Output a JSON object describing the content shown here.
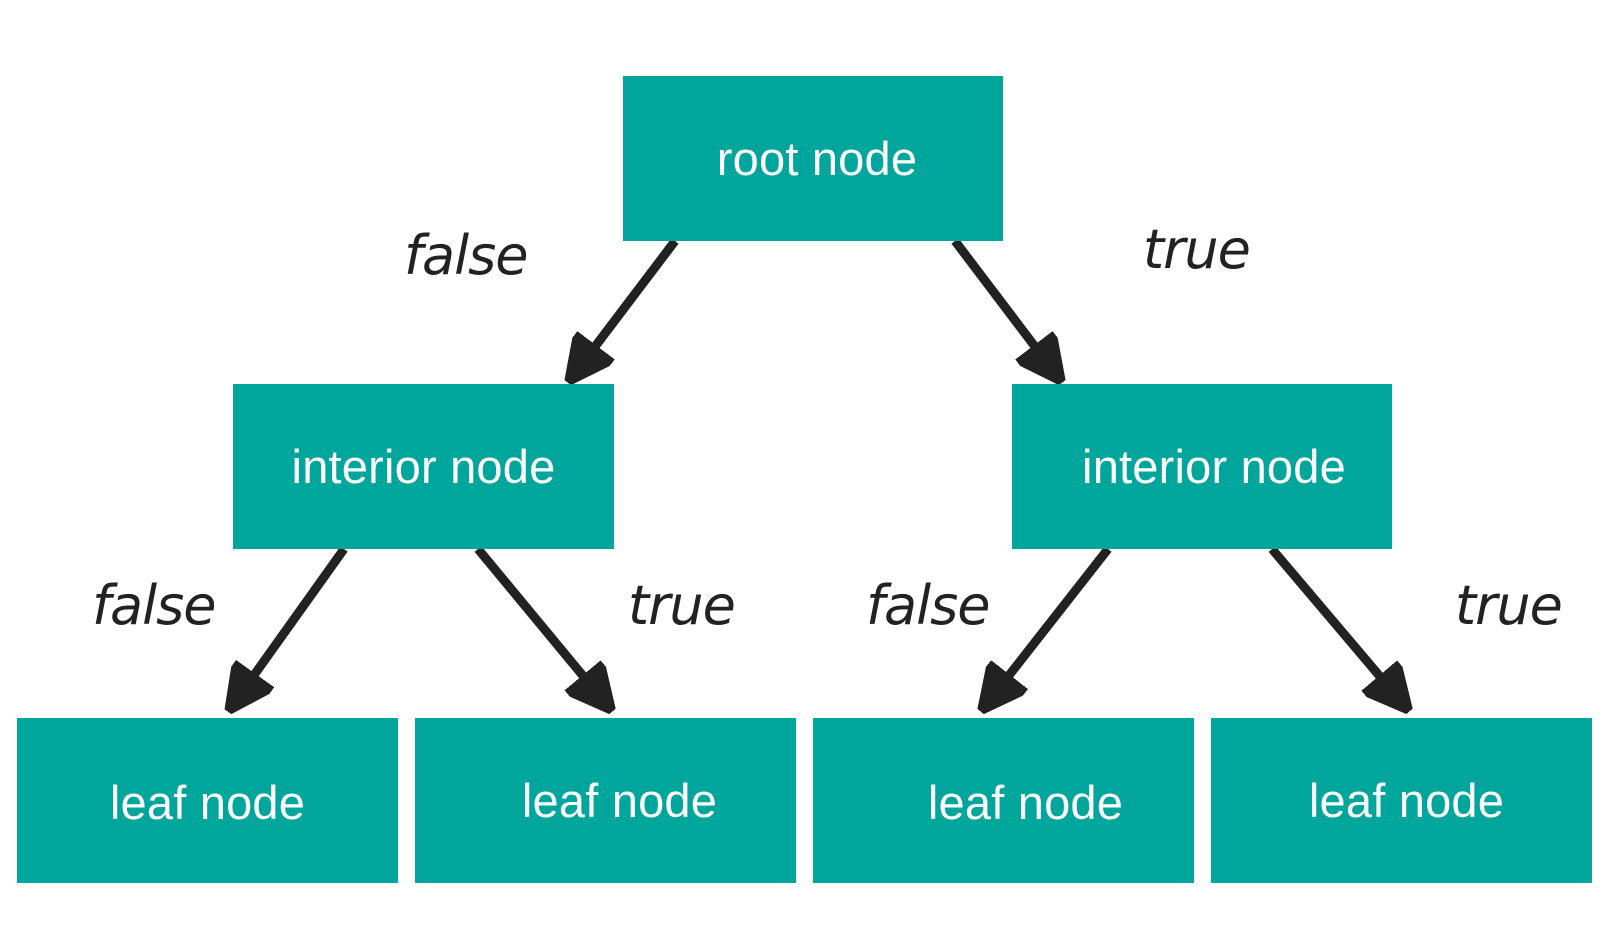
{
  "colors": {
    "node_fill": "#00a59b",
    "node_text": "#ffffff",
    "edge": "#222222",
    "label": "#222222"
  },
  "nodes": {
    "root": "root node",
    "interior_left": "interior node",
    "interior_right": "interior node",
    "leaf_1": "leaf node",
    "leaf_2": "leaf node",
    "leaf_3": "leaf node",
    "leaf_4": "leaf node"
  },
  "edges": {
    "root_to_interior_left": "false",
    "root_to_interior_right": "true",
    "interior_left_to_leaf_1": "false",
    "interior_left_to_leaf_2": "true",
    "interior_right_to_leaf_3": "false",
    "interior_right_to_leaf_4": "true"
  }
}
